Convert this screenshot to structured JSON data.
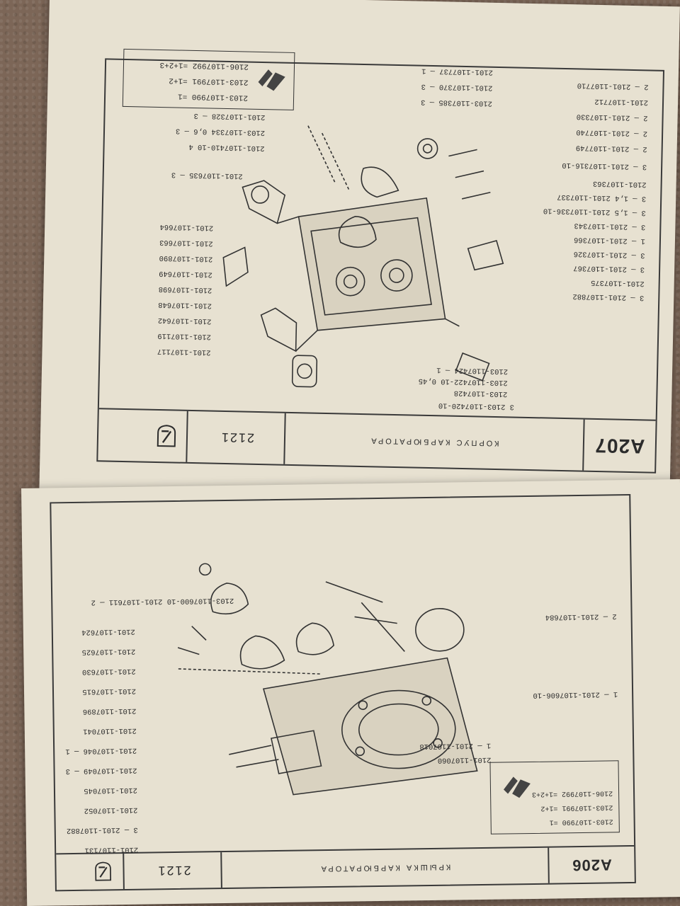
{
  "top_page": {
    "header": {
      "model": "2121",
      "title": "КОРПУС КАРБЮРАТОРА",
      "page_code": "A207"
    },
    "labels_right": [
      "2101-1107117",
      "2101-1107119",
      "2101-1107642",
      "2101-1107648",
      "2101-1107698",
      "2101-1107649",
      "2101-1107890",
      "2101-1107663",
      "2101-1107664",
      "2101-1107635 — 3",
      "2101-1107410-10   4",
      "2103-1107334  0,6 — 3",
      "2101-1107328 — 3"
    ],
    "labels_left": [
      "3 — 2101-1107882",
      "2101-1107375",
      "3 — 2101-1107367",
      "3 — 2101-1107326",
      "1 — 2101-1107366",
      "3 — 2101-1107343",
      "3 — 1,5  2101-1107336-10",
      "3 — 1,4  2101-1107337",
      "2101-1107363",
      "3 — 2101-1107316-10",
      "2 — 2101-1107749",
      "2 — 2101-1107740",
      "2 — 2101-1107330",
      "2101-1107712",
      "2 — 2101-1107710"
    ],
    "labels_bottom": [
      "2103-1107385 — 3",
      "2101-1107370 — 3",
      "2101-1107737 — 1"
    ],
    "bracket_group": {
      "main": "3  2103-1107420-10",
      "items": [
        "2103-1107428",
        "2103-1107422-10  0,45",
        "2103-1107424 — 1"
      ]
    },
    "legend": [
      "2103-1107990   =1",
      "2103-1107991   =1+2",
      "2106-1107992   =1+2+3"
    ]
  },
  "bottom_page": {
    "header": {
      "model": "2121",
      "title": "КРЫШКА КАРБЮРАТОРА",
      "page_code": "A206"
    },
    "labels_right": [
      "2101-1107131",
      "3 — 2101-1107882",
      "2101-1107052",
      "2101-1107045",
      "2101-1107049 — 3",
      "2101-1107046 — 1",
      "2101-1107041",
      "2101-1107896",
      "2101-1107615",
      "2101-1107630",
      "2101-1107625",
      "2101-1107624",
      "2103-1107600-10   2101-1107611 — 2"
    ],
    "labels_left": [
      "2101-1107060",
      "1 — 2101-1107018",
      "1 — 2101-1107606-10",
      "2 — 2101-1107684"
    ],
    "legend": [
      "2103-1107990 =1",
      "2103-1107991 =1+2",
      "2106-1107992 =1+2+3"
    ]
  },
  "colors": {
    "paper": "#e7e1d1",
    "ink": "#2a2a2a",
    "carpet": "#7c6657"
  }
}
